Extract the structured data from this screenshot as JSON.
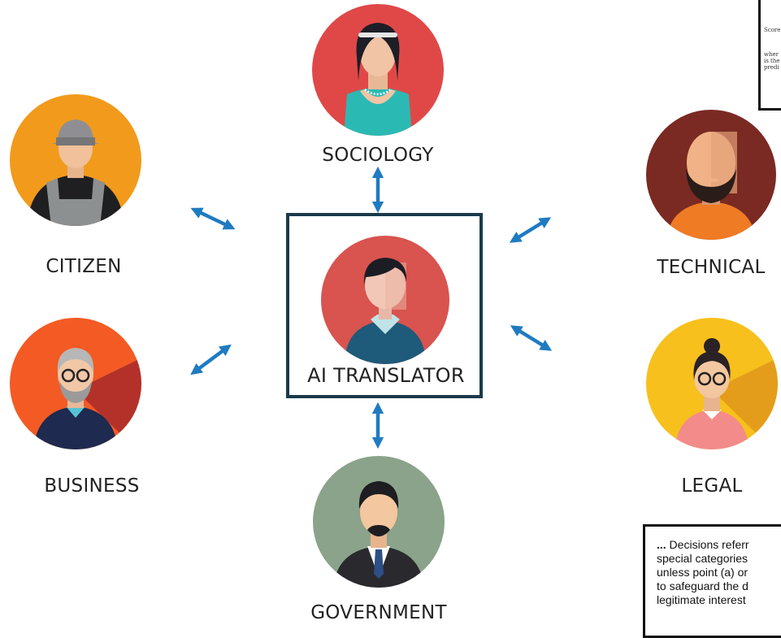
{
  "center": {
    "label": "AI TRANSLATOR"
  },
  "stakeholders": {
    "sociology": "SOCIOLOGY",
    "citizen": "CITIZEN",
    "technical": "TECHNICAL",
    "business": "BUSINESS",
    "legal": "LEGAL",
    "government": "GOVERNMENT"
  },
  "formula_excerpt": {
    "lines": [
      "Score",
      "wher",
      "is the",
      "predi"
    ]
  },
  "legal_excerpt": {
    "ellipsis": "...",
    "line1": " Decisions referr",
    "line2": "special categories",
    "line3": "unless point (a) or",
    "line4": "to safeguard the d",
    "line5": "legitimate interest"
  },
  "colors": {
    "arrow": "#1f7bc1",
    "box_border": "#1b3a4b",
    "sociology_bg": "#e04848",
    "citizen_bg": "#f29a1c",
    "technical_bg": "#7a2a22",
    "business_bg": "#f45a24",
    "legal_bg": "#f7c01c",
    "government_bg": "#8aa38a",
    "translator_bg": "#d9534f"
  }
}
